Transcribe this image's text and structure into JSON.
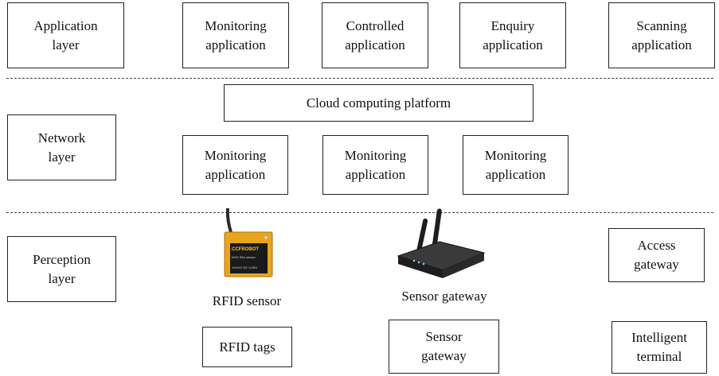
{
  "layers": {
    "application": "Application\nlayer",
    "network": "Network\nlayer",
    "perception": "Perception\nlayer"
  },
  "application_layer": {
    "monitoring": "Monitoring\napplication",
    "controlled": "Controlled\napplication",
    "enquiry": "Enquiry\napplication",
    "scanning": "Scanning\napplication"
  },
  "network_layer": {
    "platform": "Cloud computing platform",
    "apps": [
      "Monitoring\napplication",
      "Monitoring\napplication",
      "Monitoring\napplication"
    ]
  },
  "perception_layer": {
    "rfid_sensor_caption": "RFID sensor",
    "sensor_gateway_caption": "Sensor gateway",
    "access_gateway": "Access\ngateway",
    "rfid_tags": "RFID tags",
    "sensor_gateway_box": "Sensor\ngateway",
    "intelligent_terminal": "Intelligent\nterminal",
    "rfid_device_text": [
      "CCFROBOT",
      "NOV  Site sensor",
      "XXXXX   DC 5-25V"
    ]
  },
  "colors": {
    "rfid_body": "#e8a51c",
    "rfid_label": "#1a1a1a",
    "gateway_body": "#1e1e1e"
  }
}
